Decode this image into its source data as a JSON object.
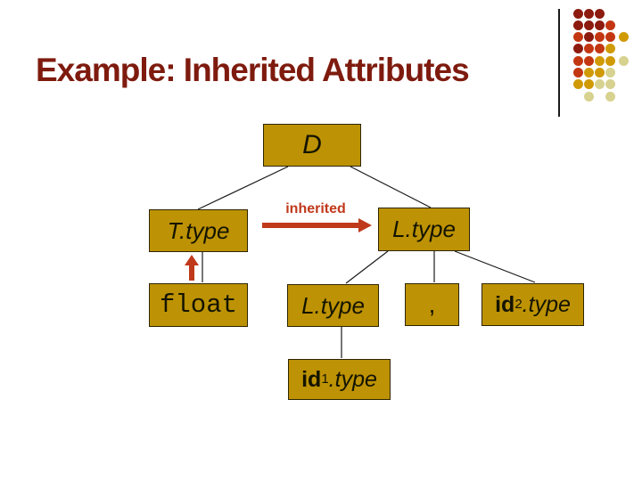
{
  "slide": {
    "title": "Example: Inherited Attributes"
  },
  "colors": {
    "title": "#7E1B0E",
    "accent": "#C0391B",
    "box_fill": "#BD9204",
    "box_border": "#2E2500",
    "edge_line": "#1a1a1a"
  },
  "decoration": {
    "palette": {
      "dr": "#8C1A0E",
      "r": "#C23711",
      "o": "#D09A06",
      "k": "#D7D28F"
    },
    "rows": [
      [
        "dr",
        "dr",
        "dr",
        null,
        null
      ],
      [
        "dr",
        "dr",
        "dr",
        "r",
        null
      ],
      [
        "r",
        "dr",
        "r",
        "r",
        "o"
      ],
      [
        "dr",
        "r",
        "r",
        "o",
        null
      ],
      [
        "r",
        "r",
        "o",
        "o",
        "k"
      ],
      [
        "r",
        "o",
        "o",
        "k",
        null
      ],
      [
        "o",
        "o",
        "k",
        "k",
        null
      ],
      [
        null,
        "k",
        null,
        "k",
        null
      ]
    ]
  },
  "diagram": {
    "edge_label": "inherited",
    "nodes": {
      "d": {
        "label": "D"
      },
      "t_type": {
        "label": "T.type"
      },
      "l_type_parent": {
        "label": "L.type"
      },
      "float_node": {
        "label": "float"
      },
      "l_type_child": {
        "label": "L.type"
      },
      "comma": {
        "label": ","
      },
      "id2": {
        "prefix": "id",
        "sub": "2",
        "suffix": ".type"
      },
      "id1": {
        "prefix": "id",
        "sub": "1",
        "suffix": ".type"
      }
    }
  }
}
